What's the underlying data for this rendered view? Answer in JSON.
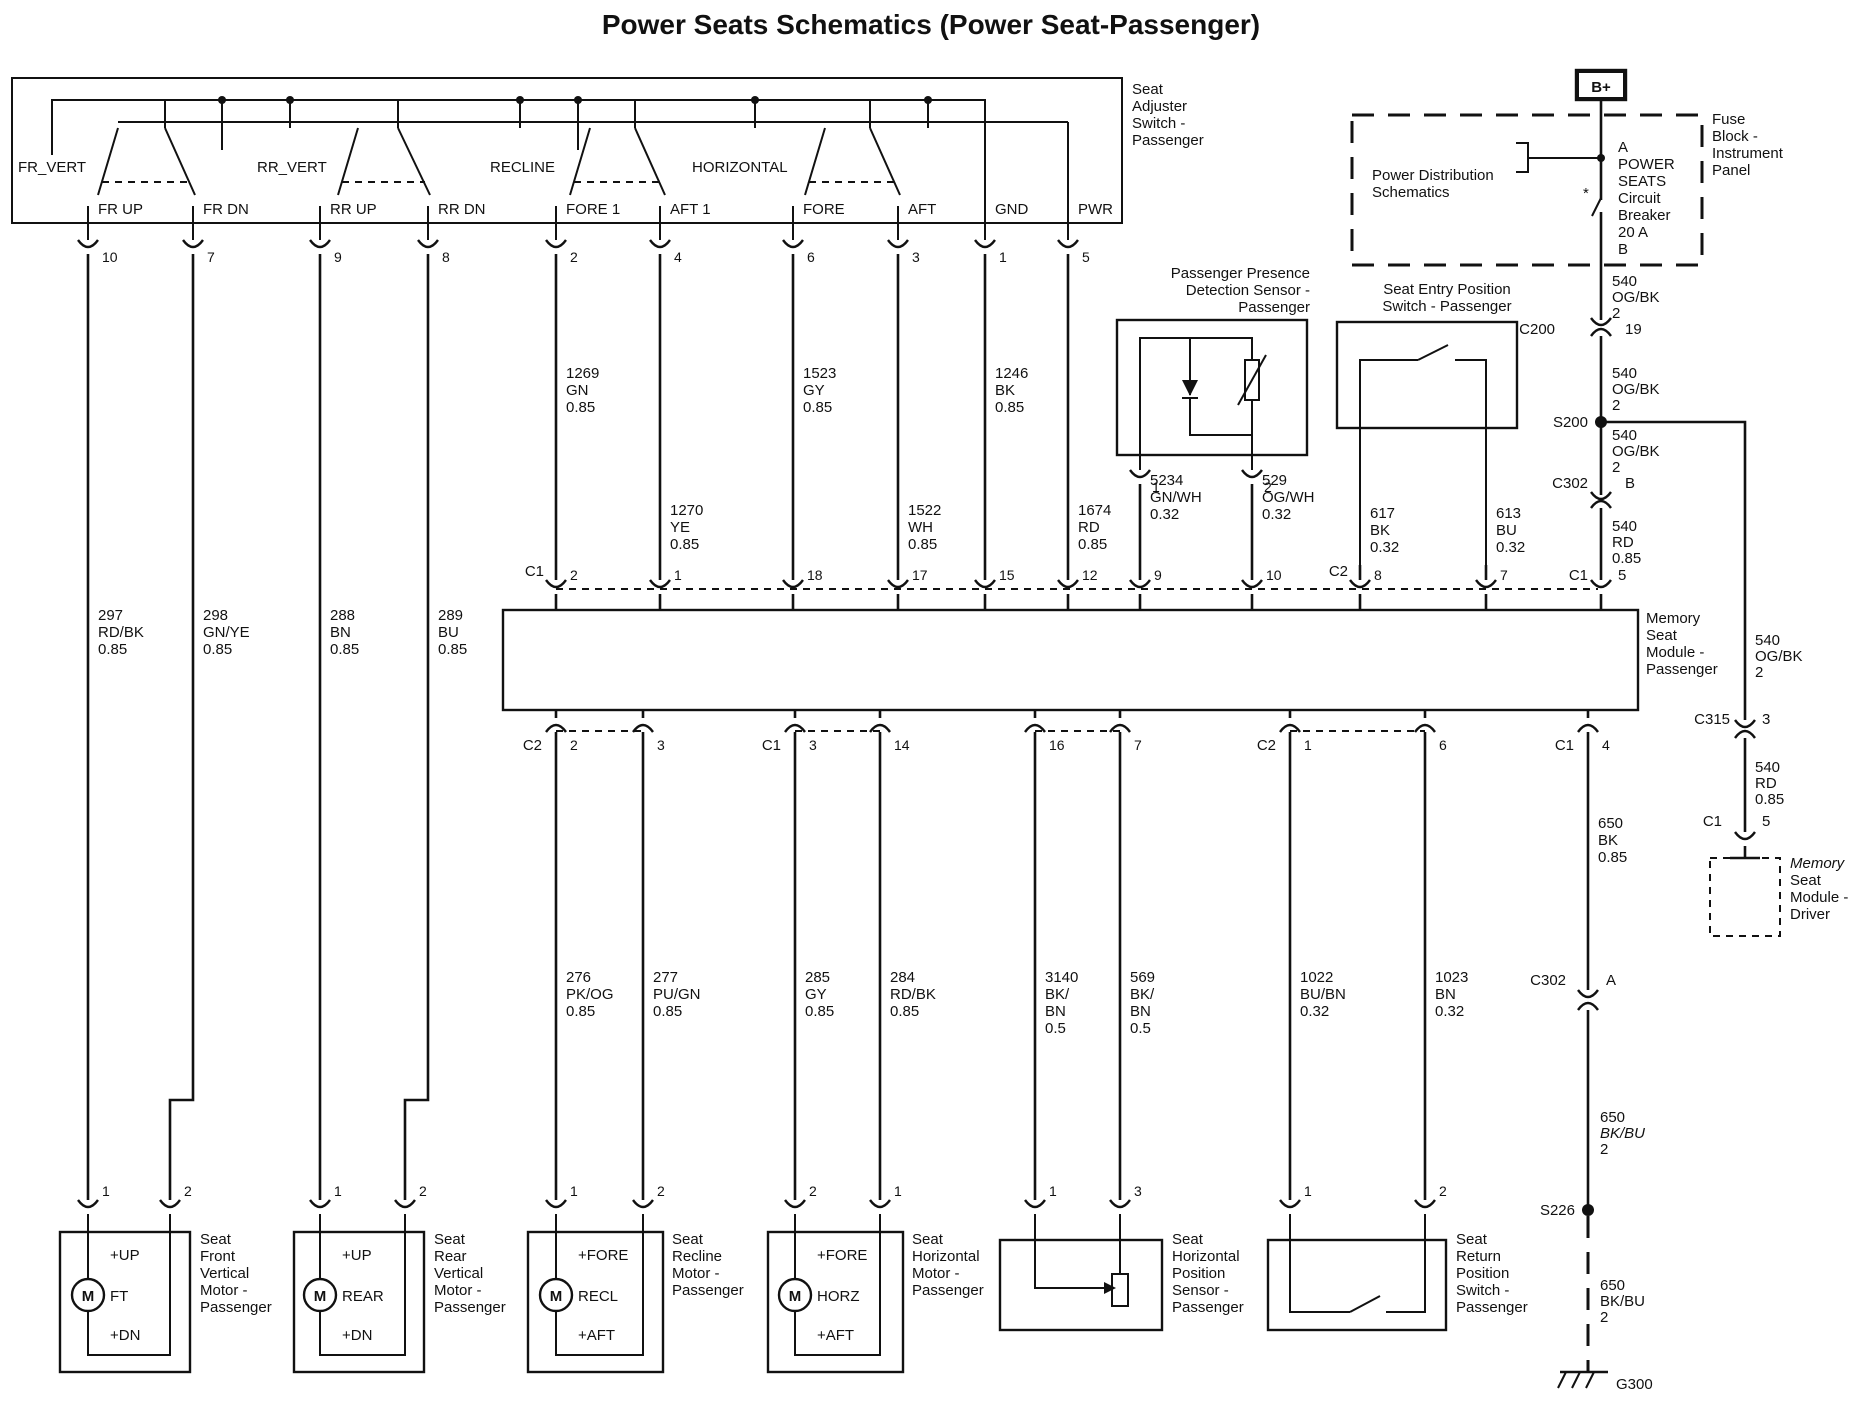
{
  "title": "Power Seats Schematics (Power Seat-Passenger)",
  "adjuster_switch": {
    "name": [
      "Seat",
      "Adjuster",
      "Switch -",
      "Passenger"
    ],
    "groups": [
      "FR_VERT",
      "RR_VERT",
      "RECLINE",
      "HORIZONTAL"
    ],
    "terminals": [
      {
        "label": "FR UP",
        "pin": "10"
      },
      {
        "label": "FR DN",
        "pin": "7"
      },
      {
        "label": "RR UP",
        "pin": "9"
      },
      {
        "label": "RR DN",
        "pin": "8"
      },
      {
        "label": "FORE 1",
        "pin": "2"
      },
      {
        "label": "AFT 1",
        "pin": "4"
      },
      {
        "label": "FORE",
        "pin": "6"
      },
      {
        "label": "AFT",
        "pin": "3"
      },
      {
        "label": "GND",
        "pin": "1"
      },
      {
        "label": "PWR",
        "pin": "5"
      }
    ]
  },
  "battery": "B+",
  "fuse_block": {
    "name": [
      "Fuse",
      "Block -",
      "Instrument",
      "Panel"
    ],
    "ref": [
      "Power Distribution",
      "Schematics"
    ],
    "breaker": [
      "POWER",
      "SEATS",
      "Circuit",
      "Breaker",
      "20 A"
    ],
    "pin_a": "A",
    "pin_b": "B"
  },
  "memory_module": {
    "name": [
      "Memory",
      "Seat",
      "Module -",
      "Passenger"
    ],
    "top_wires": [
      {
        "circuit": [
          "1269",
          "GN",
          "0.85"
        ],
        "pin": "2",
        "conn": "C1"
      },
      {
        "circuit": [
          "1270",
          "YE",
          "0.85"
        ],
        "pin": "1"
      },
      {
        "circuit": [
          "1523",
          "GY",
          "0.85"
        ],
        "pin": "18"
      },
      {
        "circuit": [
          "1522",
          "WH",
          "0.85"
        ],
        "pin": "17"
      },
      {
        "circuit": [
          "1246",
          "BK",
          "0.85"
        ],
        "pin": "15"
      },
      {
        "circuit": [
          "1674",
          "RD",
          "0.85"
        ],
        "pin": "12"
      },
      {
        "circuit": [
          "5234",
          "GN/WH",
          "0.32"
        ],
        "pin": "9"
      },
      {
        "circuit": [
          "529",
          "OG/WH",
          "0.32"
        ],
        "pin": "10"
      },
      {
        "circuit": [
          "617",
          "BK",
          "0.32"
        ],
        "pin": "8",
        "conn": "C2"
      },
      {
        "circuit": [
          "613",
          "BU",
          "0.32"
        ],
        "pin": "7"
      },
      {
        "circuit": [
          "540",
          "RD",
          "0.85"
        ],
        "pin": "5",
        "conn": "C1"
      }
    ],
    "bottom_wires": [
      {
        "circuit": [
          "276",
          "PK/OG",
          "0.85"
        ],
        "pin": "2",
        "conn": "C2"
      },
      {
        "circuit": [
          "277",
          "PU/GN",
          "0.85"
        ],
        "pin": "3"
      },
      {
        "circuit": [
          "285",
          "GY",
          "0.85"
        ],
        "pin": "3",
        "conn": "C1"
      },
      {
        "circuit": [
          "284",
          "RD/BK",
          "0.85"
        ],
        "pin": "14"
      },
      {
        "circuit": [
          "3140",
          "BK/",
          "BN",
          "0.5"
        ],
        "pin": "16"
      },
      {
        "circuit": [
          "569",
          "BK/",
          "BN",
          "0.5"
        ],
        "pin": "7"
      },
      {
        "circuit": [
          "1022",
          "BU/BN",
          "0.32"
        ],
        "pin": "1",
        "conn": "C2"
      },
      {
        "circuit": [
          "1023",
          "BN",
          "0.32"
        ],
        "pin": "6"
      },
      {
        "circuit": [
          "650",
          "BK",
          "0.85"
        ],
        "pin": "4",
        "conn": "C1"
      }
    ]
  },
  "motor_wires": [
    {
      "circuit": [
        "297",
        "RD/BK",
        "0.85"
      ]
    },
    {
      "circuit": [
        "298",
        "GN/YE",
        "0.85"
      ]
    },
    {
      "circuit": [
        "288",
        "BN",
        "0.85"
      ]
    },
    {
      "circuit": [
        "289",
        "BU",
        "0.85"
      ]
    }
  ],
  "presence_sensor": {
    "name": [
      "Passenger Presence",
      "Detection Sensor -",
      "Passenger"
    ],
    "pins": [
      "1",
      "2"
    ]
  },
  "entry_switch": {
    "name": [
      "Seat Entry Position",
      "Switch - Passenger"
    ]
  },
  "power_feed": {
    "wire_540_a": [
      "540",
      "OG/BK",
      "2"
    ],
    "c200": "C200",
    "c200_pin": "19",
    "wire_540_b": [
      "540",
      "OG/BK",
      "2"
    ],
    "s200": "S200",
    "wire_540_c": [
      "540",
      "OG/BK",
      "2"
    ],
    "c302": "C302",
    "c302_pin": "B",
    "wire_540_d": [
      "540",
      "OG/BK",
      "2"
    ],
    "c315": "C315",
    "c315_pin": "3",
    "wire_540_e": [
      "540",
      "RD",
      "0.85"
    ],
    "c1": "C1",
    "c1_pin": "5"
  },
  "driver_module": {
    "name": [
      "Memory",
      "Seat",
      "Module -",
      "Driver"
    ]
  },
  "ground_path": {
    "c302": "C302",
    "c302_pin": "A",
    "wire_a": [
      "650",
      "BK/BU",
      "2"
    ],
    "s226": "S226",
    "wire_b": [
      "650",
      "BK/BU",
      "2"
    ],
    "ground": "G300"
  },
  "components": [
    {
      "pins": [
        "1",
        "2"
      ],
      "motor": "M",
      "top": "+UP",
      "mid": "FT",
      "bot": "+DN",
      "name": [
        "Seat",
        "Front",
        "Vertical",
        "Motor -",
        "Passenger"
      ]
    },
    {
      "pins": [
        "1",
        "2"
      ],
      "motor": "M",
      "top": "+UP",
      "mid": "REAR",
      "bot": "+DN",
      "name": [
        "Seat",
        "Rear",
        "Vertical",
        "Motor -",
        "Passenger"
      ]
    },
    {
      "pins": [
        "1",
        "2"
      ],
      "motor": "M",
      "top": "+FORE",
      "mid": "RECL",
      "bot": "+AFT",
      "name": [
        "Seat",
        "Recline",
        "Motor -",
        "Passenger"
      ]
    },
    {
      "pins": [
        "2",
        "1"
      ],
      "motor": "M",
      "top": "+FORE",
      "mid": "HORZ",
      "bot": "+AFT",
      "name": [
        "Seat",
        "Horizontal",
        "Motor -",
        "Passenger"
      ]
    },
    {
      "pins": [
        "1",
        "3"
      ],
      "name": [
        "Seat",
        "Horizontal",
        "Position",
        "Sensor -",
        "Passenger"
      ]
    },
    {
      "pins": [
        "1",
        "2"
      ],
      "name": [
        "Seat",
        "Return",
        "Position",
        "Switch -",
        "Passenger"
      ]
    }
  ]
}
